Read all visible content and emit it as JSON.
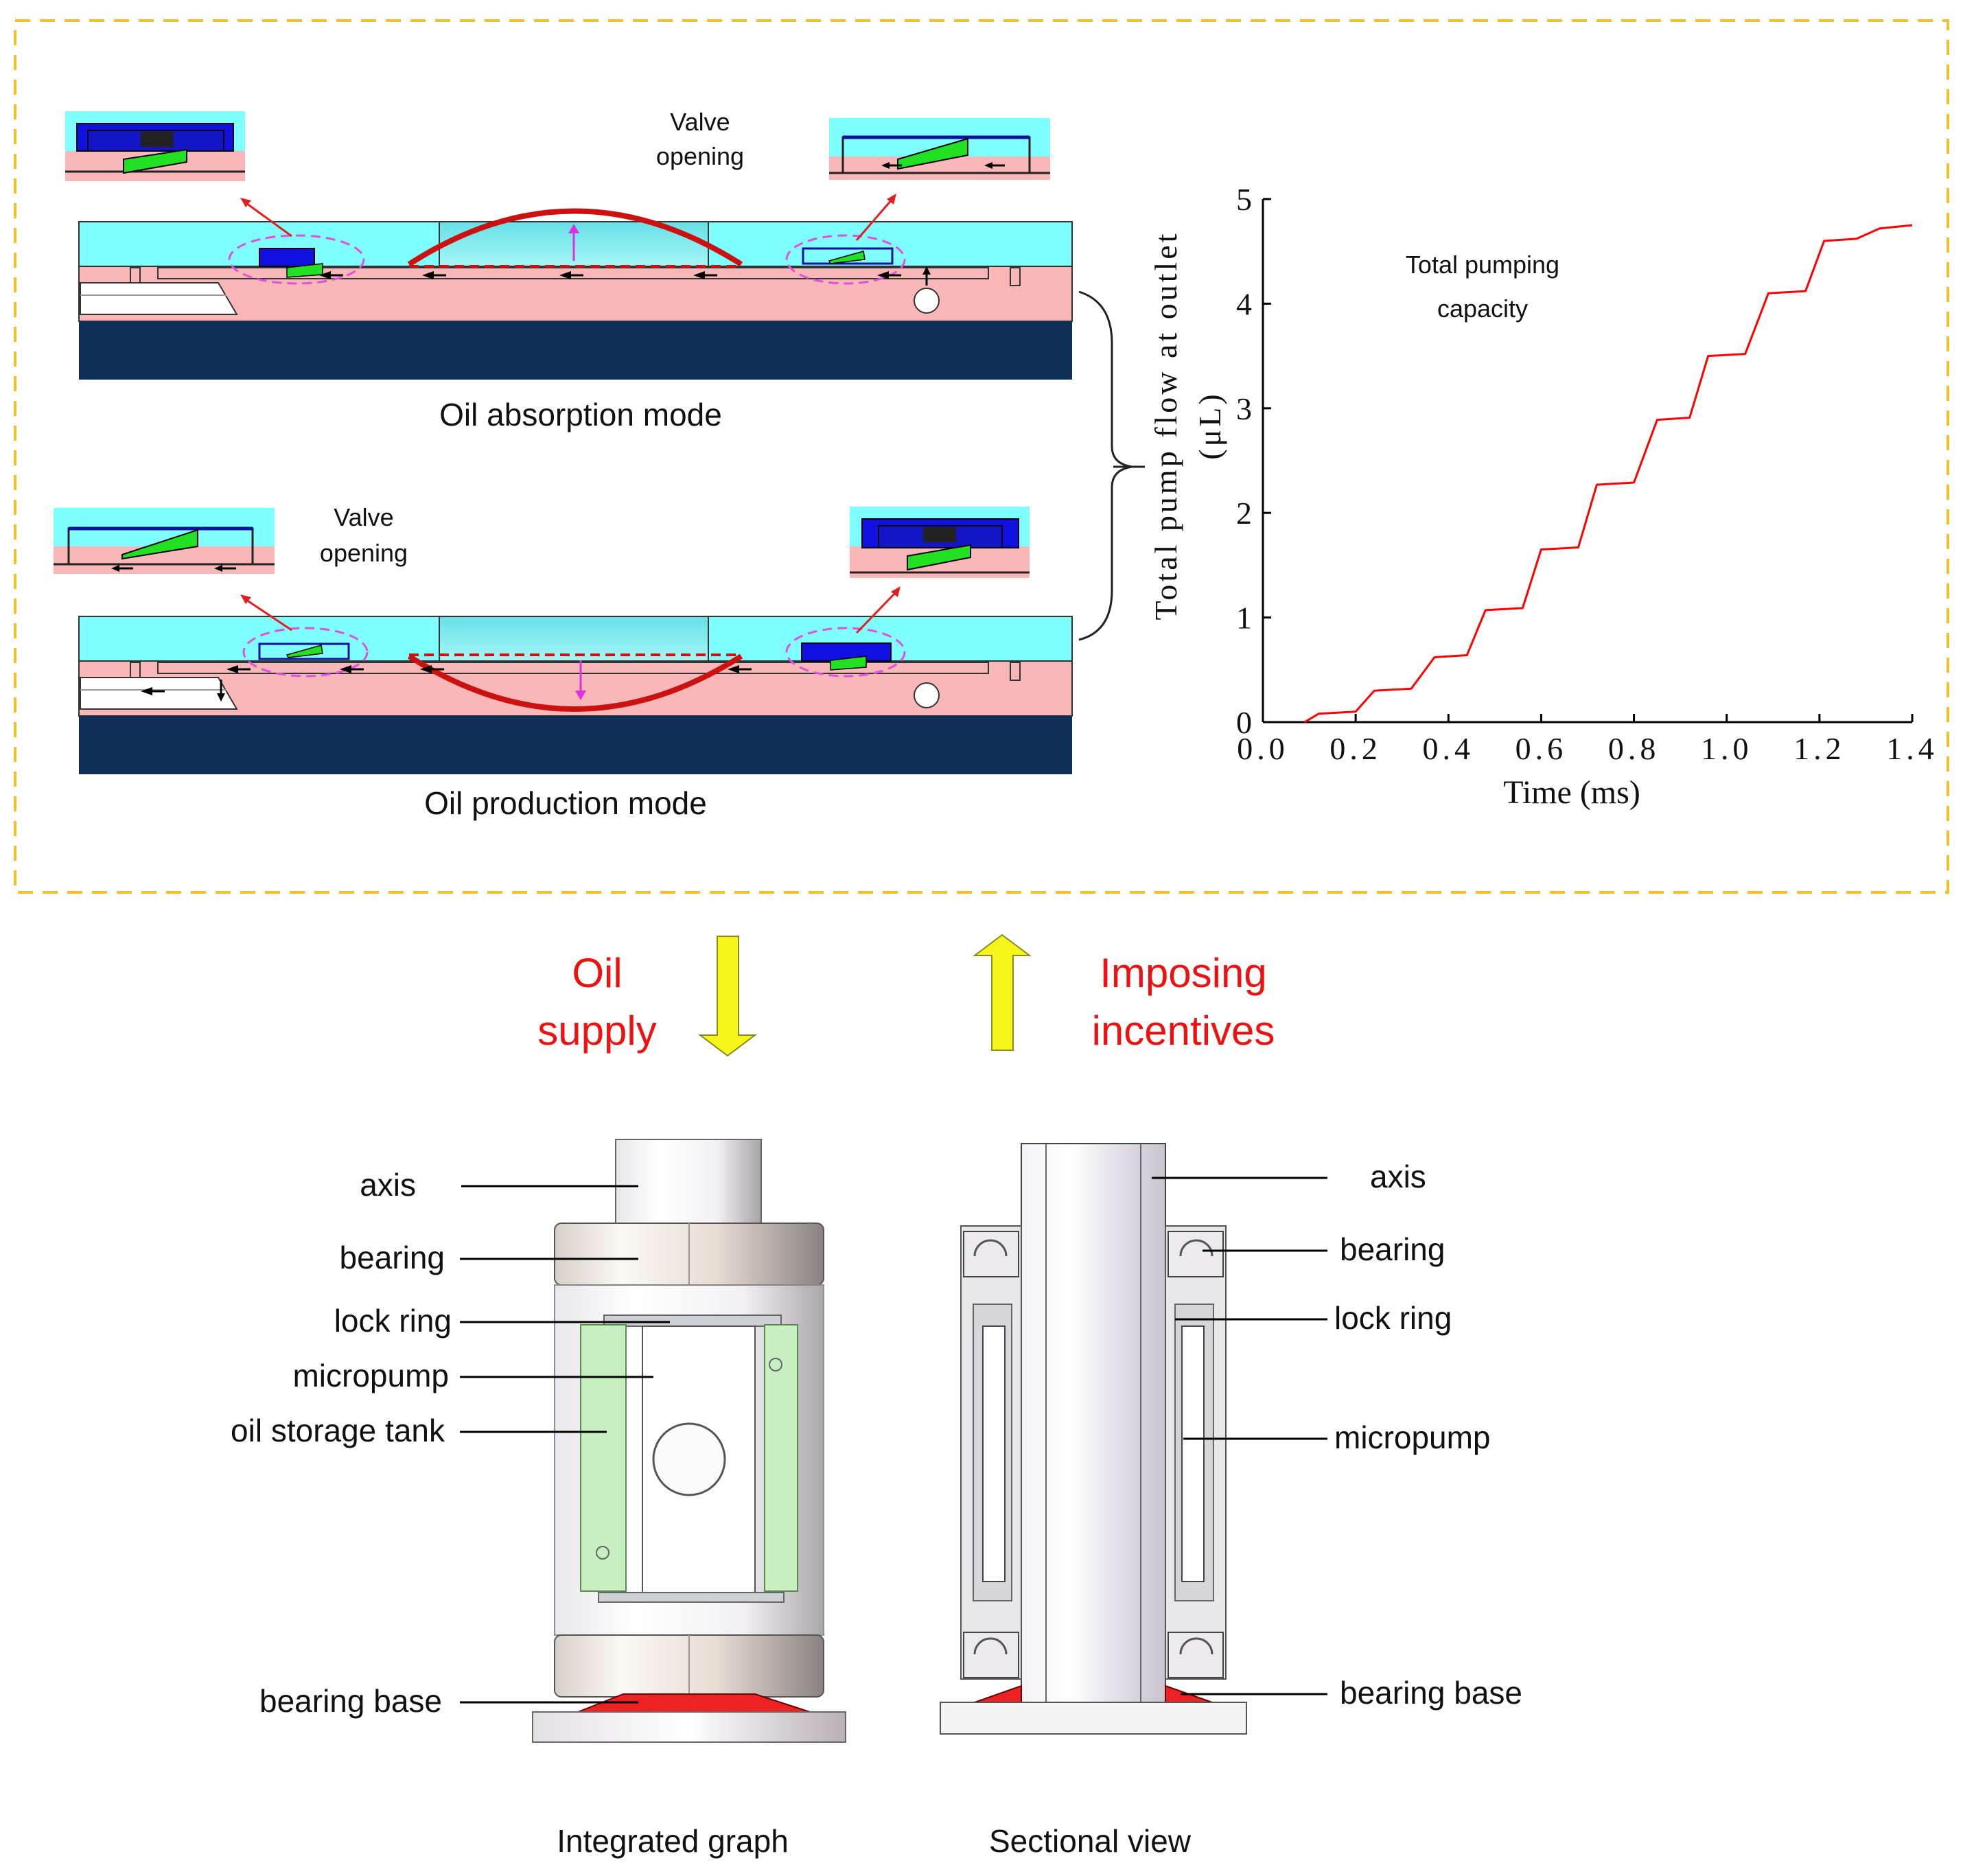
{
  "top_panel": {
    "absorption": {
      "valve_label_line1": "Valve",
      "valve_label_line2": "opening",
      "mode_label": "Oil absorption mode"
    },
    "production": {
      "valve_label_line1": "Valve",
      "valve_label_line2": "opening",
      "mode_label": "Oil production mode"
    },
    "colors": {
      "cyan": "#7fffff",
      "pink": "#f9b7b7",
      "navy": "#0f2f57",
      "blue_valve": "#1010e0",
      "green_flap": "#22e022",
      "membrane": "#cc1111",
      "dashed_magenta": "#e050e0",
      "frame_dash": "#f2c12e"
    }
  },
  "chart_data": {
    "type": "line",
    "title": "",
    "annotation_line1": "Total pumping",
    "annotation_line2": "capacity",
    "xlabel": "Time (ms)",
    "ylabel_line1": "Total pump flow at outlet",
    "ylabel_line2": "(μL)",
    "xlim": [
      0.0,
      1.4
    ],
    "ylim": [
      0,
      5
    ],
    "xticks": [
      "0.0",
      "0.2",
      "0.4",
      "0.6",
      "0.8",
      "1.0",
      "1.2",
      "1.4"
    ],
    "yticks": [
      "0",
      "1",
      "2",
      "3",
      "4",
      "5"
    ],
    "series": [
      {
        "color": "#ff0000",
        "x": [
          0.09,
          0.12,
          0.2,
          0.24,
          0.32,
          0.37,
          0.44,
          0.48,
          0.56,
          0.6,
          0.68,
          0.72,
          0.8,
          0.85,
          0.92,
          0.96,
          1.04,
          1.09,
          1.17,
          1.21,
          1.28,
          1.33,
          1.4
        ],
        "y": [
          0.0,
          0.08,
          0.1,
          0.3,
          0.32,
          0.62,
          0.64,
          1.07,
          1.09,
          1.65,
          1.67,
          2.27,
          2.29,
          2.89,
          2.91,
          3.5,
          3.52,
          4.1,
          4.12,
          4.6,
          4.62,
          4.72,
          4.75
        ]
      }
    ]
  },
  "arrows": {
    "left_line1": "Oil",
    "left_line2": "supply",
    "right_line1": "Imposing",
    "right_line2": "incentives",
    "text_color": "#ee1111",
    "arrow_color": "#f5f51a"
  },
  "integrated": {
    "labels": {
      "axis": "axis",
      "bearing": "bearing",
      "lock_ring": "lock ring",
      "micropump": "micropump",
      "oil_tank": "oil storage tank",
      "bearing_base": "bearing base"
    },
    "caption": "Integrated graph"
  },
  "sectional": {
    "labels": {
      "axis": "axis",
      "bearing": "bearing",
      "lock_ring": "lock ring",
      "micropump": "micropump",
      "bearing_base": "bearing base"
    },
    "caption": "Sectional view"
  }
}
